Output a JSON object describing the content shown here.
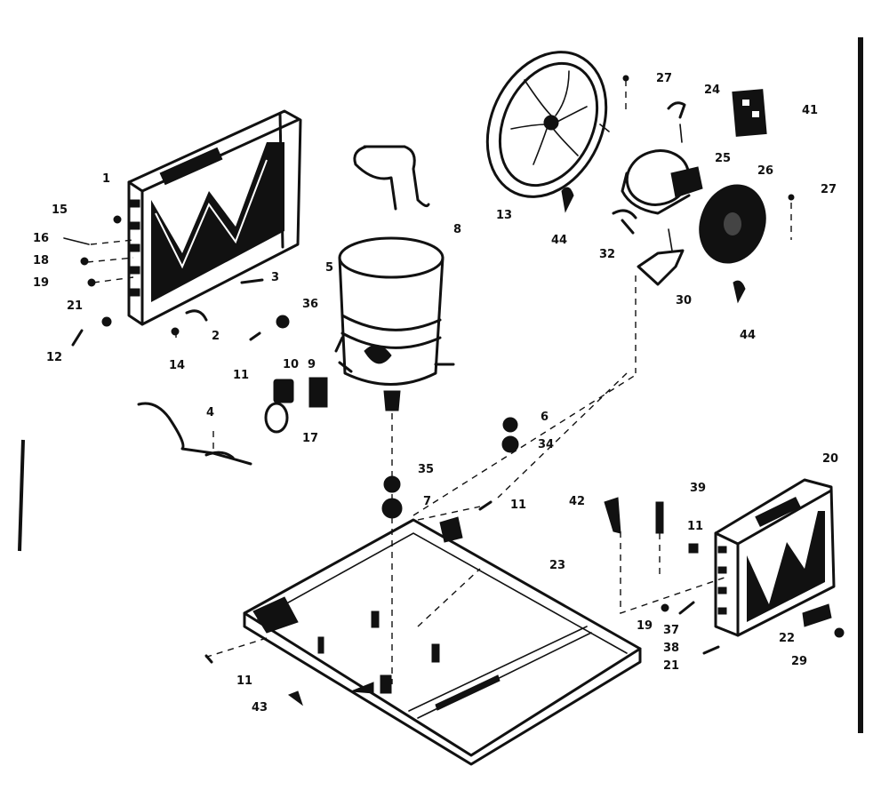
{
  "diagram": {
    "labels": [
      {
        "id": "p1",
        "text": "1"
      },
      {
        "id": "p15",
        "text": "15"
      },
      {
        "id": "p16",
        "text": "16"
      },
      {
        "id": "p18",
        "text": "18"
      },
      {
        "id": "p19a",
        "text": "19"
      },
      {
        "id": "p21a",
        "text": "21"
      },
      {
        "id": "p12",
        "text": "12"
      },
      {
        "id": "p14",
        "text": "14"
      },
      {
        "id": "p2",
        "text": "2"
      },
      {
        "id": "p3",
        "text": "3"
      },
      {
        "id": "p36",
        "text": "36"
      },
      {
        "id": "p11a",
        "text": "11"
      },
      {
        "id": "p10",
        "text": "10"
      },
      {
        "id": "p9",
        "text": "9"
      },
      {
        "id": "p17",
        "text": "17"
      },
      {
        "id": "p4",
        "text": "4"
      },
      {
        "id": "p8",
        "text": "8"
      },
      {
        "id": "p5",
        "text": "5"
      },
      {
        "id": "p13",
        "text": "13"
      },
      {
        "id": "p44a",
        "text": "44"
      },
      {
        "id": "p27a",
        "text": "27"
      },
      {
        "id": "p24",
        "text": "24"
      },
      {
        "id": "p41",
        "text": "41"
      },
      {
        "id": "p25",
        "text": "25"
      },
      {
        "id": "p26",
        "text": "26"
      },
      {
        "id": "p27b",
        "text": "27"
      },
      {
        "id": "p32",
        "text": "32"
      },
      {
        "id": "p30",
        "text": "30"
      },
      {
        "id": "p44b",
        "text": "44"
      },
      {
        "id": "p6",
        "text": "6"
      },
      {
        "id": "p34",
        "text": "34"
      },
      {
        "id": "p35",
        "text": "35"
      },
      {
        "id": "p7",
        "text": "7"
      },
      {
        "id": "p11b",
        "text": "11"
      },
      {
        "id": "p23",
        "text": "23"
      },
      {
        "id": "p42",
        "text": "42"
      },
      {
        "id": "p39",
        "text": "39"
      },
      {
        "id": "p11c",
        "text": "11"
      },
      {
        "id": "p20",
        "text": "20"
      },
      {
        "id": "p19b",
        "text": "19"
      },
      {
        "id": "p37",
        "text": "37"
      },
      {
        "id": "p38",
        "text": "38"
      },
      {
        "id": "p21b",
        "text": "21"
      },
      {
        "id": "p22",
        "text": "22"
      },
      {
        "id": "p29",
        "text": "29"
      },
      {
        "id": "p11d",
        "text": "11"
      },
      {
        "id": "p43",
        "text": "43"
      }
    ]
  }
}
